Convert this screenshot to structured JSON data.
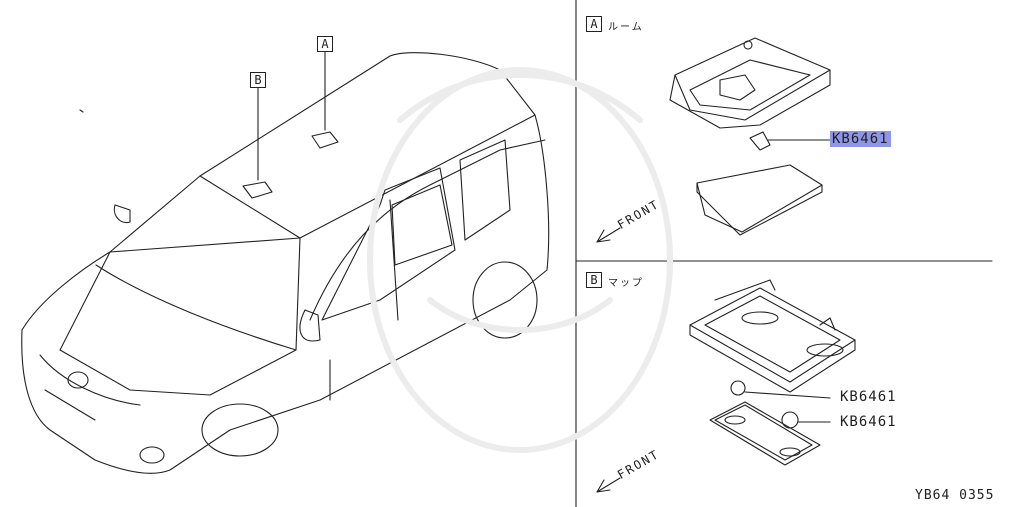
{
  "diagram": {
    "car_labels": {
      "a": "A",
      "b": "B"
    },
    "panel_a": {
      "tag": "A",
      "title": "ルーム",
      "part": "KB6461",
      "direction": "FRONT"
    },
    "panel_b": {
      "tag": "B",
      "title": "マップ",
      "parts": [
        "KB6461",
        "KB6461"
      ],
      "direction": "FRONT"
    },
    "footer_code": "YB64  0355",
    "colors": {
      "line": "#222222",
      "highlight": "#8f96e6"
    }
  }
}
